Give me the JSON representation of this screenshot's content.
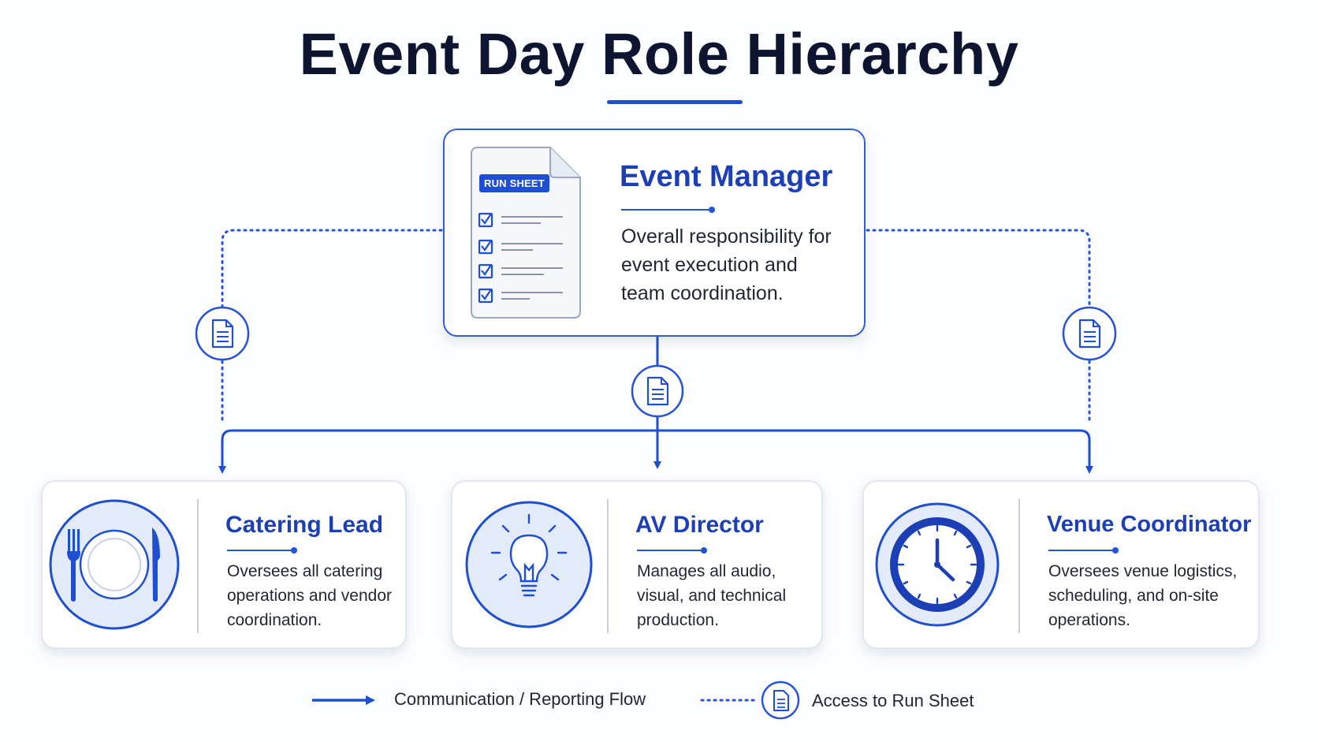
{
  "title": "Event Day Role Hierarchy",
  "colors": {
    "accent": "#1d4fd0",
    "heading": "#1d3fb5",
    "icon_fill": "#e3ebfb",
    "text": "#1f2633"
  },
  "manager": {
    "heading": "Event Manager",
    "description": "Overall responsibility for event execution and team coordination.",
    "desc_lines": [
      "Overall responsibility for",
      "event execution and",
      "team coordination."
    ],
    "document_label": "RUN SHEET",
    "icon": "run-sheet-document-icon"
  },
  "roles": [
    {
      "heading": "Catering Lead",
      "icon": "plate-fork-knife-icon",
      "desc_lines": [
        "Oversees all catering",
        "operations and vendor",
        "coordination."
      ]
    },
    {
      "heading": "AV Director",
      "icon": "lightbulb-icon",
      "desc_lines": [
        "Manages all audio,",
        "visual, and technical",
        "production."
      ]
    },
    {
      "heading": "Venue Coordinator",
      "icon": "clock-icon",
      "desc_lines": [
        "Oversees venue logistics,",
        "scheduling, and on-site",
        "operations."
      ]
    }
  ],
  "legend": {
    "solid_label": "Communication / Reporting Flow",
    "dotted_label": "Access to Run Sheet"
  }
}
